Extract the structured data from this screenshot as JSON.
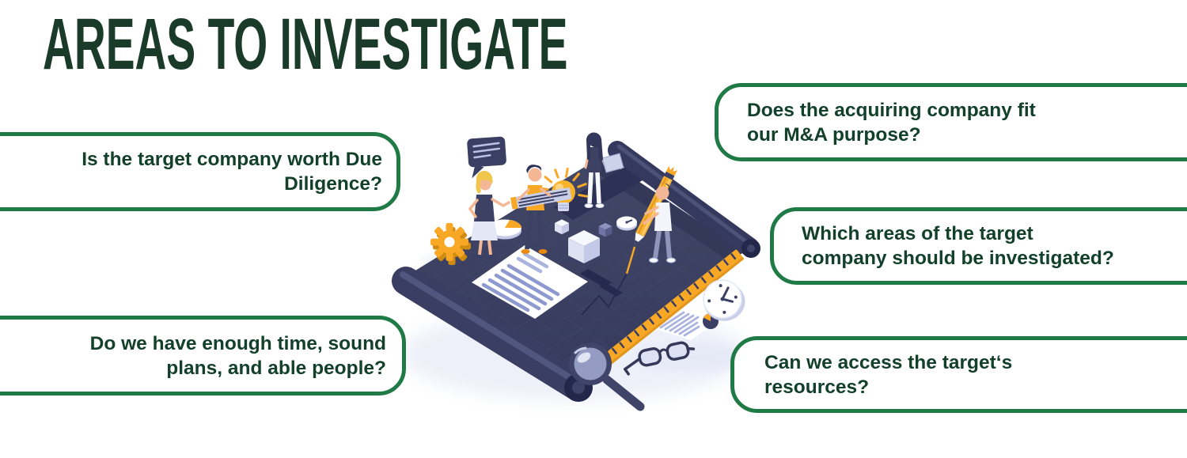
{
  "slide": {
    "title": "AREAS TO INVESTIGATE",
    "background": "#ffffff"
  },
  "questions": [
    {
      "id": "worth-due-diligence",
      "side": "left",
      "text": "Is the target company worth Due Diligence?",
      "lines": [
        "Is the target company worth Due",
        "Diligence?"
      ]
    },
    {
      "id": "time-plans-people",
      "side": "left",
      "text": "Do we have enough time, sound plans, and able people?",
      "lines": [
        "Do we have enough time, sound",
        "plans, and able people?"
      ]
    },
    {
      "id": "acquirer-fit",
      "side": "right",
      "text": "Does the acquiring company fit our M&A purpose?",
      "lines": [
        "Does the acquiring company fit",
        "our M&A purpose?"
      ]
    },
    {
      "id": "areas-to-investigate",
      "side": "right",
      "text": "Which areas of the target company should be investigated?",
      "lines": [
        "Which areas of the target",
        "company should be investigated?"
      ]
    },
    {
      "id": "access-resources",
      "side": "right",
      "text": "Can we access the target‘s resources?",
      "lines": [
        "Can we access the target‘s",
        "resources?"
      ]
    }
  ],
  "colors": {
    "box_border_green": "#1f7a45",
    "question_text_green": "#12402a",
    "title_green": "#1a3a2a",
    "illustration_navy": "#3d4265",
    "illustration_navy_dark": "#262a4e",
    "illustration_orange": "#f9a826",
    "illustration_lavender": "#c9cfe8",
    "background": "#ffffff"
  },
  "illustration": {
    "description": "Isometric team of four people analyzing a large dark blueprint during due diligence",
    "elements": [
      "speech-bubble",
      "gear",
      "3d-pie-chart",
      "light-bulb",
      "laptop",
      "cubes",
      "giant-pencil",
      "ruler",
      "zigzag-chart",
      "magnifying-glass",
      "clock",
      "mini-clock",
      "report-paper-with-pie-chart",
      "eyeglasses",
      "blueprint-scroll",
      "document-on-blueprint",
      "four-team-members"
    ]
  }
}
